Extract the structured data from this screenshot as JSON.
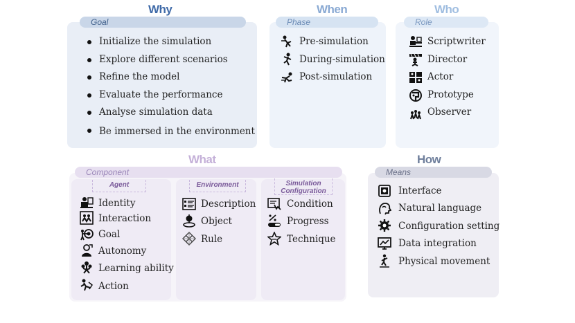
{
  "why": {
    "heading": "Why",
    "label": "Goal",
    "items": [
      "Initialize the simulation",
      "Explore different scenarios",
      "Refine the model",
      "Evaluate the performance",
      "Analyse simulation data",
      "Be immersed in the environment"
    ]
  },
  "when": {
    "heading": "When",
    "label": "Phase",
    "items": [
      "Pre-simulation",
      "During-simulation",
      "Post-simulation"
    ]
  },
  "who": {
    "heading": "Who",
    "label": "Role",
    "items": [
      "Scriptwriter",
      "Director",
      "Actor",
      "Prototype",
      "Observer"
    ]
  },
  "what": {
    "heading": "What",
    "label": "Component",
    "agent": {
      "title": "Agent",
      "items": [
        "Identity",
        "Interaction",
        "Goal",
        "Autonomy",
        "Learning ability",
        "Action"
      ]
    },
    "environment": {
      "title": "Environment",
      "items": [
        "Description",
        "Object",
        "Rule"
      ]
    },
    "config": {
      "title_line1": "Simulation",
      "title_line2": "Configuration",
      "items": [
        "Condition",
        "Progress",
        "Technique"
      ]
    }
  },
  "how": {
    "heading": "How",
    "label": "Means",
    "items": [
      "Interface",
      "Natural language",
      "Configuration setting",
      "Data integration",
      "Physical movement"
    ]
  },
  "colors": {
    "why": "#3f6aa8",
    "when": "#89a9d3",
    "who": "#9fbde0",
    "what": "#c4b0d8",
    "how": "#6f7f9c",
    "why_panel": "#e9eef6",
    "when_panel": "#eef3fa",
    "who_panel": "#f1f5fb",
    "what_panel": "#efebf5",
    "how_panel": "#efeef4"
  }
}
